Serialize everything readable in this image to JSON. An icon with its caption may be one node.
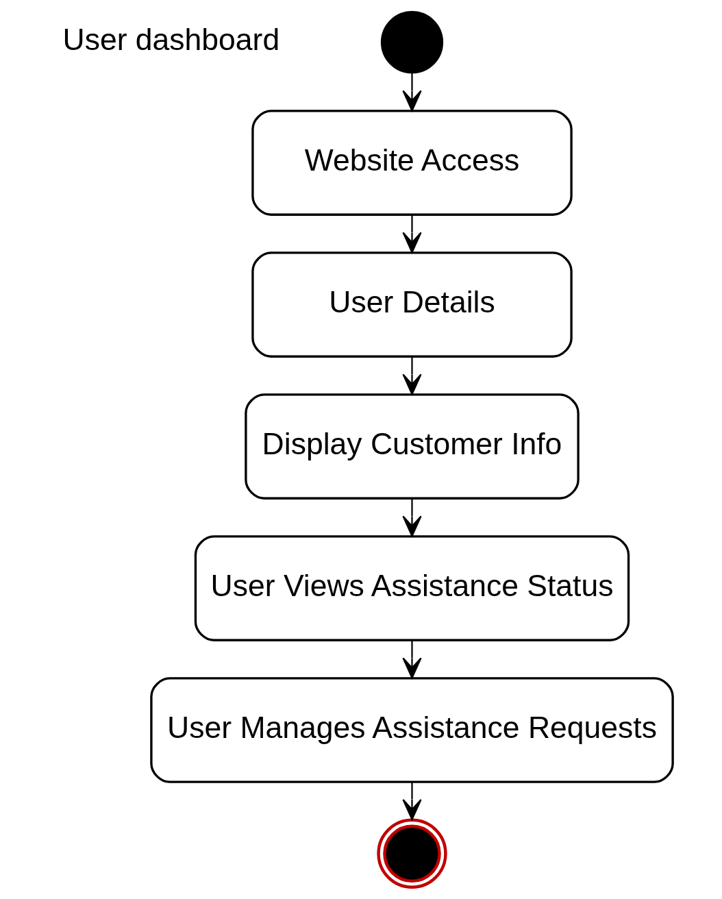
{
  "diagram": {
    "nodes": [
      {
        "text": [],
        "shape": "circle"
      },
      {
        "text": [
          "Website Access"
        ]
      },
      {
        "text": [
          "User Details"
        ]
      },
      {
        "text": [
          "Display Customer Info"
        ]
      },
      {
        "text": [
          "User Views Assistance Status"
        ]
      },
      {
        "text": [
          "User Manages Assistance Requests"
        ]
      },
      {
        "text": [],
        "shape": "circle"
      }
    ],
    "edges": [
      {
        "from": 0,
        "to": 1,
        "arrow": "to"
      },
      {
        "from": 1,
        "to": 2,
        "arrow": "to"
      },
      {
        "from": 2,
        "to": 3,
        "arrow": "to"
      },
      {
        "from": 3,
        "to": 4,
        "arrow": "to"
      },
      {
        "from": 4,
        "to": 5,
        "arrow": "to"
      },
      {
        "from": 5,
        "to": 6,
        "arrow": "to"
      }
    ],
    "labels": [
      "User dashboard"
    ]
  }
}
